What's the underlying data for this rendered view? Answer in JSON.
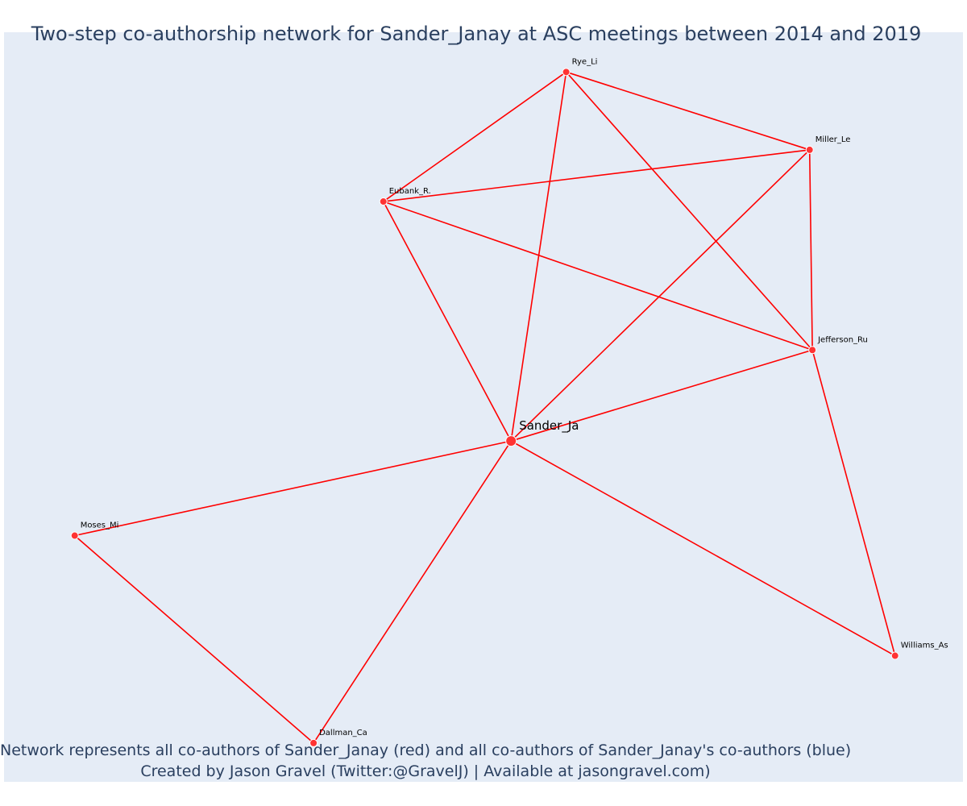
{
  "title": "Two-step co-authorship network for Sander_Janay at ASC meetings between 2014 and 2019",
  "footer": {
    "line1": "Network represents all co-authors of Sander_Janay (red) and all co-authors of Sander_Janay's co-authors (blue)",
    "line2": "Created by Jason Gravel (Twitter:@GravelJ) | Available at jasongravel.com)"
  },
  "colors": {
    "edge": "#ff0000",
    "node_fill": "#ff3333",
    "node_stroke": "#ffffff",
    "background": "#e5ecf6",
    "title_text": "#2a3f5f"
  },
  "chart_data": {
    "type": "network",
    "ego": "Sander_Ja",
    "nodes": [
      {
        "id": "Sander_Ja",
        "label": "Sander_Ja",
        "x": 0.53,
        "y": 0.455,
        "ego": true
      },
      {
        "id": "Rye_Li",
        "label": "Rye_Li",
        "x": 0.59,
        "y": 0.962
      },
      {
        "id": "Miller_Le",
        "label": "Miller_Le",
        "x": 0.855,
        "y": 0.855
      },
      {
        "id": "Eubank_R",
        "label": "Eubank_R.",
        "x": 0.391,
        "y": 0.784
      },
      {
        "id": "Jefferson_Ru",
        "label": "Jefferson_Ru",
        "x": 0.858,
        "y": 0.58
      },
      {
        "id": "Moses_Mi",
        "label": "Moses_Mi",
        "x": 0.055,
        "y": 0.325
      },
      {
        "id": "Dallman_Ca",
        "label": "Dallman_Ca",
        "x": 0.315,
        "y": 0.04
      },
      {
        "id": "Williams_As",
        "label": "Williams_As",
        "x": 0.948,
        "y": 0.16
      }
    ],
    "edges": [
      [
        "Sander_Ja",
        "Rye_Li"
      ],
      [
        "Sander_Ja",
        "Miller_Le"
      ],
      [
        "Sander_Ja",
        "Eubank_R"
      ],
      [
        "Sander_Ja",
        "Jefferson_Ru"
      ],
      [
        "Sander_Ja",
        "Moses_Mi"
      ],
      [
        "Sander_Ja",
        "Dallman_Ca"
      ],
      [
        "Sander_Ja",
        "Williams_As"
      ],
      [
        "Rye_Li",
        "Eubank_R"
      ],
      [
        "Rye_Li",
        "Miller_Le"
      ],
      [
        "Rye_Li",
        "Jefferson_Ru"
      ],
      [
        "Eubank_R",
        "Miller_Le"
      ],
      [
        "Eubank_R",
        "Jefferson_Ru"
      ],
      [
        "Miller_Le",
        "Jefferson_Ru"
      ],
      [
        "Jefferson_Ru",
        "Williams_As"
      ],
      [
        "Moses_Mi",
        "Dallman_Ca"
      ]
    ],
    "axes": {
      "x_visible": false,
      "y_visible": false,
      "grid": false
    },
    "xlim": [
      0,
      1
    ],
    "ylim": [
      0,
      1
    ]
  }
}
